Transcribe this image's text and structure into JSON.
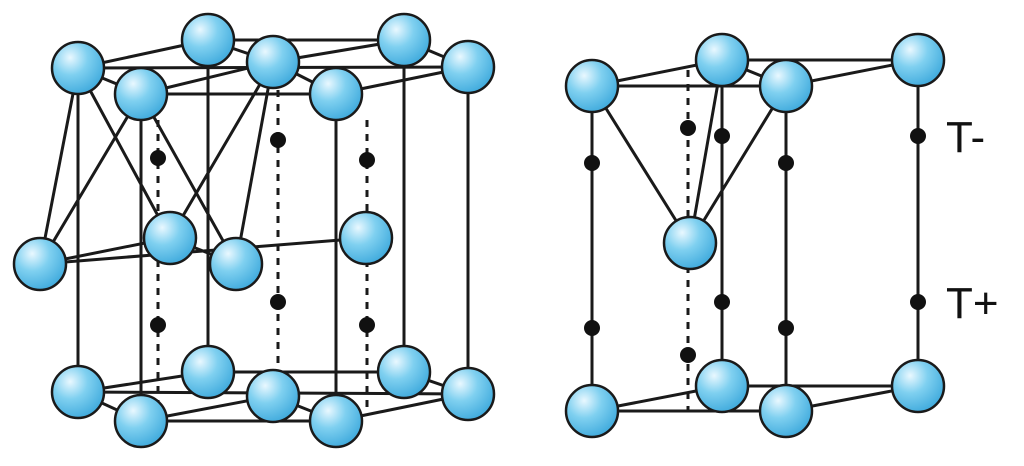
{
  "figure": {
    "labels": {
      "t_minus": "T-",
      "t_plus": "T+"
    },
    "colors": {
      "atom_light": "#e9f8ff",
      "atom_mid": "#7fd0f0",
      "atom_dark": "#3ea9dc",
      "bond": "#1a1a1a",
      "void": "#111111"
    },
    "legend": {
      "atom": "sphere-atom",
      "void": "tetrahedral-site-dot"
    }
  }
}
